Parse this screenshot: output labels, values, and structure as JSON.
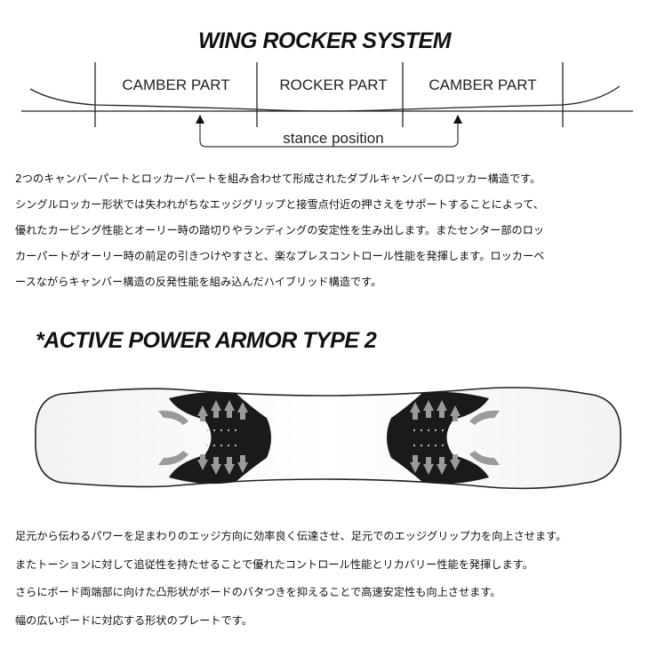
{
  "wing_rocker": {
    "title": "WING ROCKER SYSTEM",
    "parts": [
      "CAMBER PART",
      "ROCKER PART",
      "CAMBER PART"
    ],
    "stance_label": "stance position"
  },
  "description_1": [
    "2つのキャンバーパートとロッカーパートを組み合わせて形成されたダブルキャンバーのロッカー構造です。",
    "シングルロッカー形状では失われがちなエッジグリップと接雪点付近の押さえをサポートすることによって、",
    "優れたカービング性能とオーリー時の踏切りやランディングの安定性を生み出します。またセンター部のロッ",
    "カーパートがオーリー時の前足の引きつけやすさと、楽なプレスコントロール性能を発揮します。ロッカーベ",
    "ースながらキャンバー構造の反発性能を組み込んだハイブリッド構造です。"
  ],
  "armor": {
    "title": "*ACTIVE POWER ARMOR TYPE 2"
  },
  "description_2": [
    "足元から伝わるパワーを足まわりのエッジ方向に効率良く伝達させ、足元でのエッジグリップ力を向上させます。",
    "またトーションに対して追従性を持たせることで優れたコントロール性能とリカバリー性能を発揮します。",
    "さらにボード両端部に向けた凸形状がボードのバタつきを抑えることで高速安定性も向上させます。",
    "幅の広いボードに対応する形状のプレートです。"
  ]
}
